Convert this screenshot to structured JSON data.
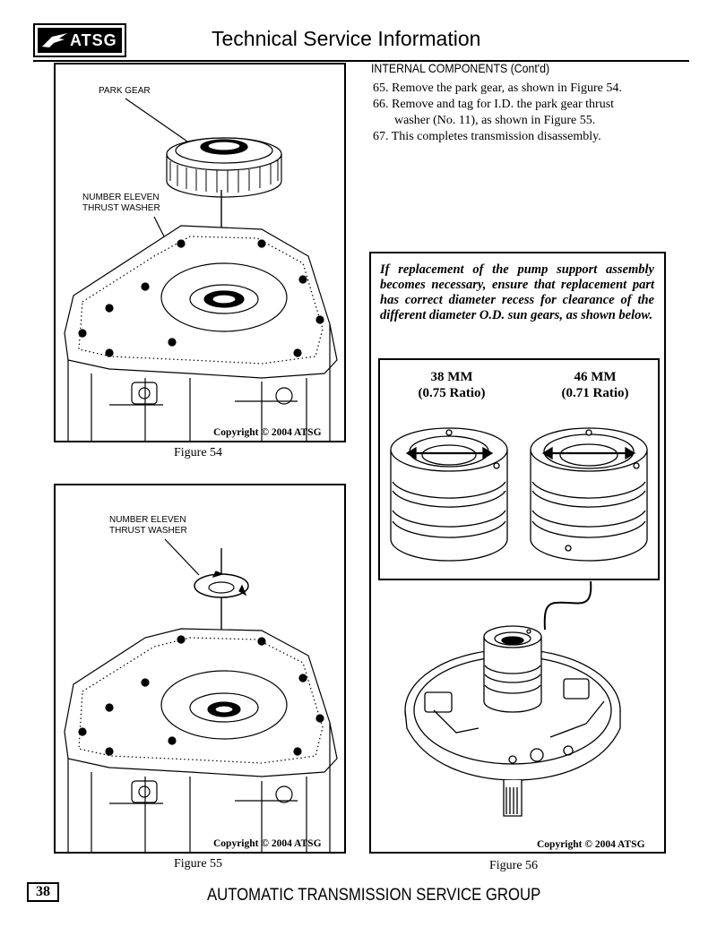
{
  "header": {
    "logo_text": "ATSG",
    "title": "Technical Service Information"
  },
  "figure54": {
    "label_park_gear": "PARK GEAR",
    "label_washer_line1": "NUMBER ELEVEN",
    "label_washer_line2": "THRUST WASHER",
    "copyright": "Copyright © 2004 ATSG",
    "caption": "Figure 54"
  },
  "figure55": {
    "label_washer_line1": "NUMBER ELEVEN",
    "label_washer_line2": "THRUST WASHER",
    "copyright": "Copyright © 2004 ATSG",
    "caption": "Figure 55"
  },
  "instructions": {
    "heading": "INTERNAL COMPONENTS (Cont'd)",
    "step65": "65. Remove the park gear, as shown in Figure 54.",
    "step66_line1": "66. Remove and tag for I.D. the park gear thrust",
    "step66_line2": "washer (No. 11), as shown in Figure 55.",
    "step67": "67. This completes transmission disassembly."
  },
  "figure56": {
    "note": "If replacement of the pump support assembly becomes necessary, ensure that replacement part has correct diameter recess for clearance of the different diameter O.D. sun gears, as shown below.",
    "left_size": "38 MM",
    "left_ratio": "(0.75 Ratio)",
    "right_size": "46 MM",
    "right_ratio": "(0.71 Ratio)",
    "copyright": "Copyright © 2004 ATSG",
    "caption": "Figure 56"
  },
  "footer": {
    "page_number": "38",
    "text": "AUTOMATIC TRANSMISSION SERVICE GROUP"
  }
}
